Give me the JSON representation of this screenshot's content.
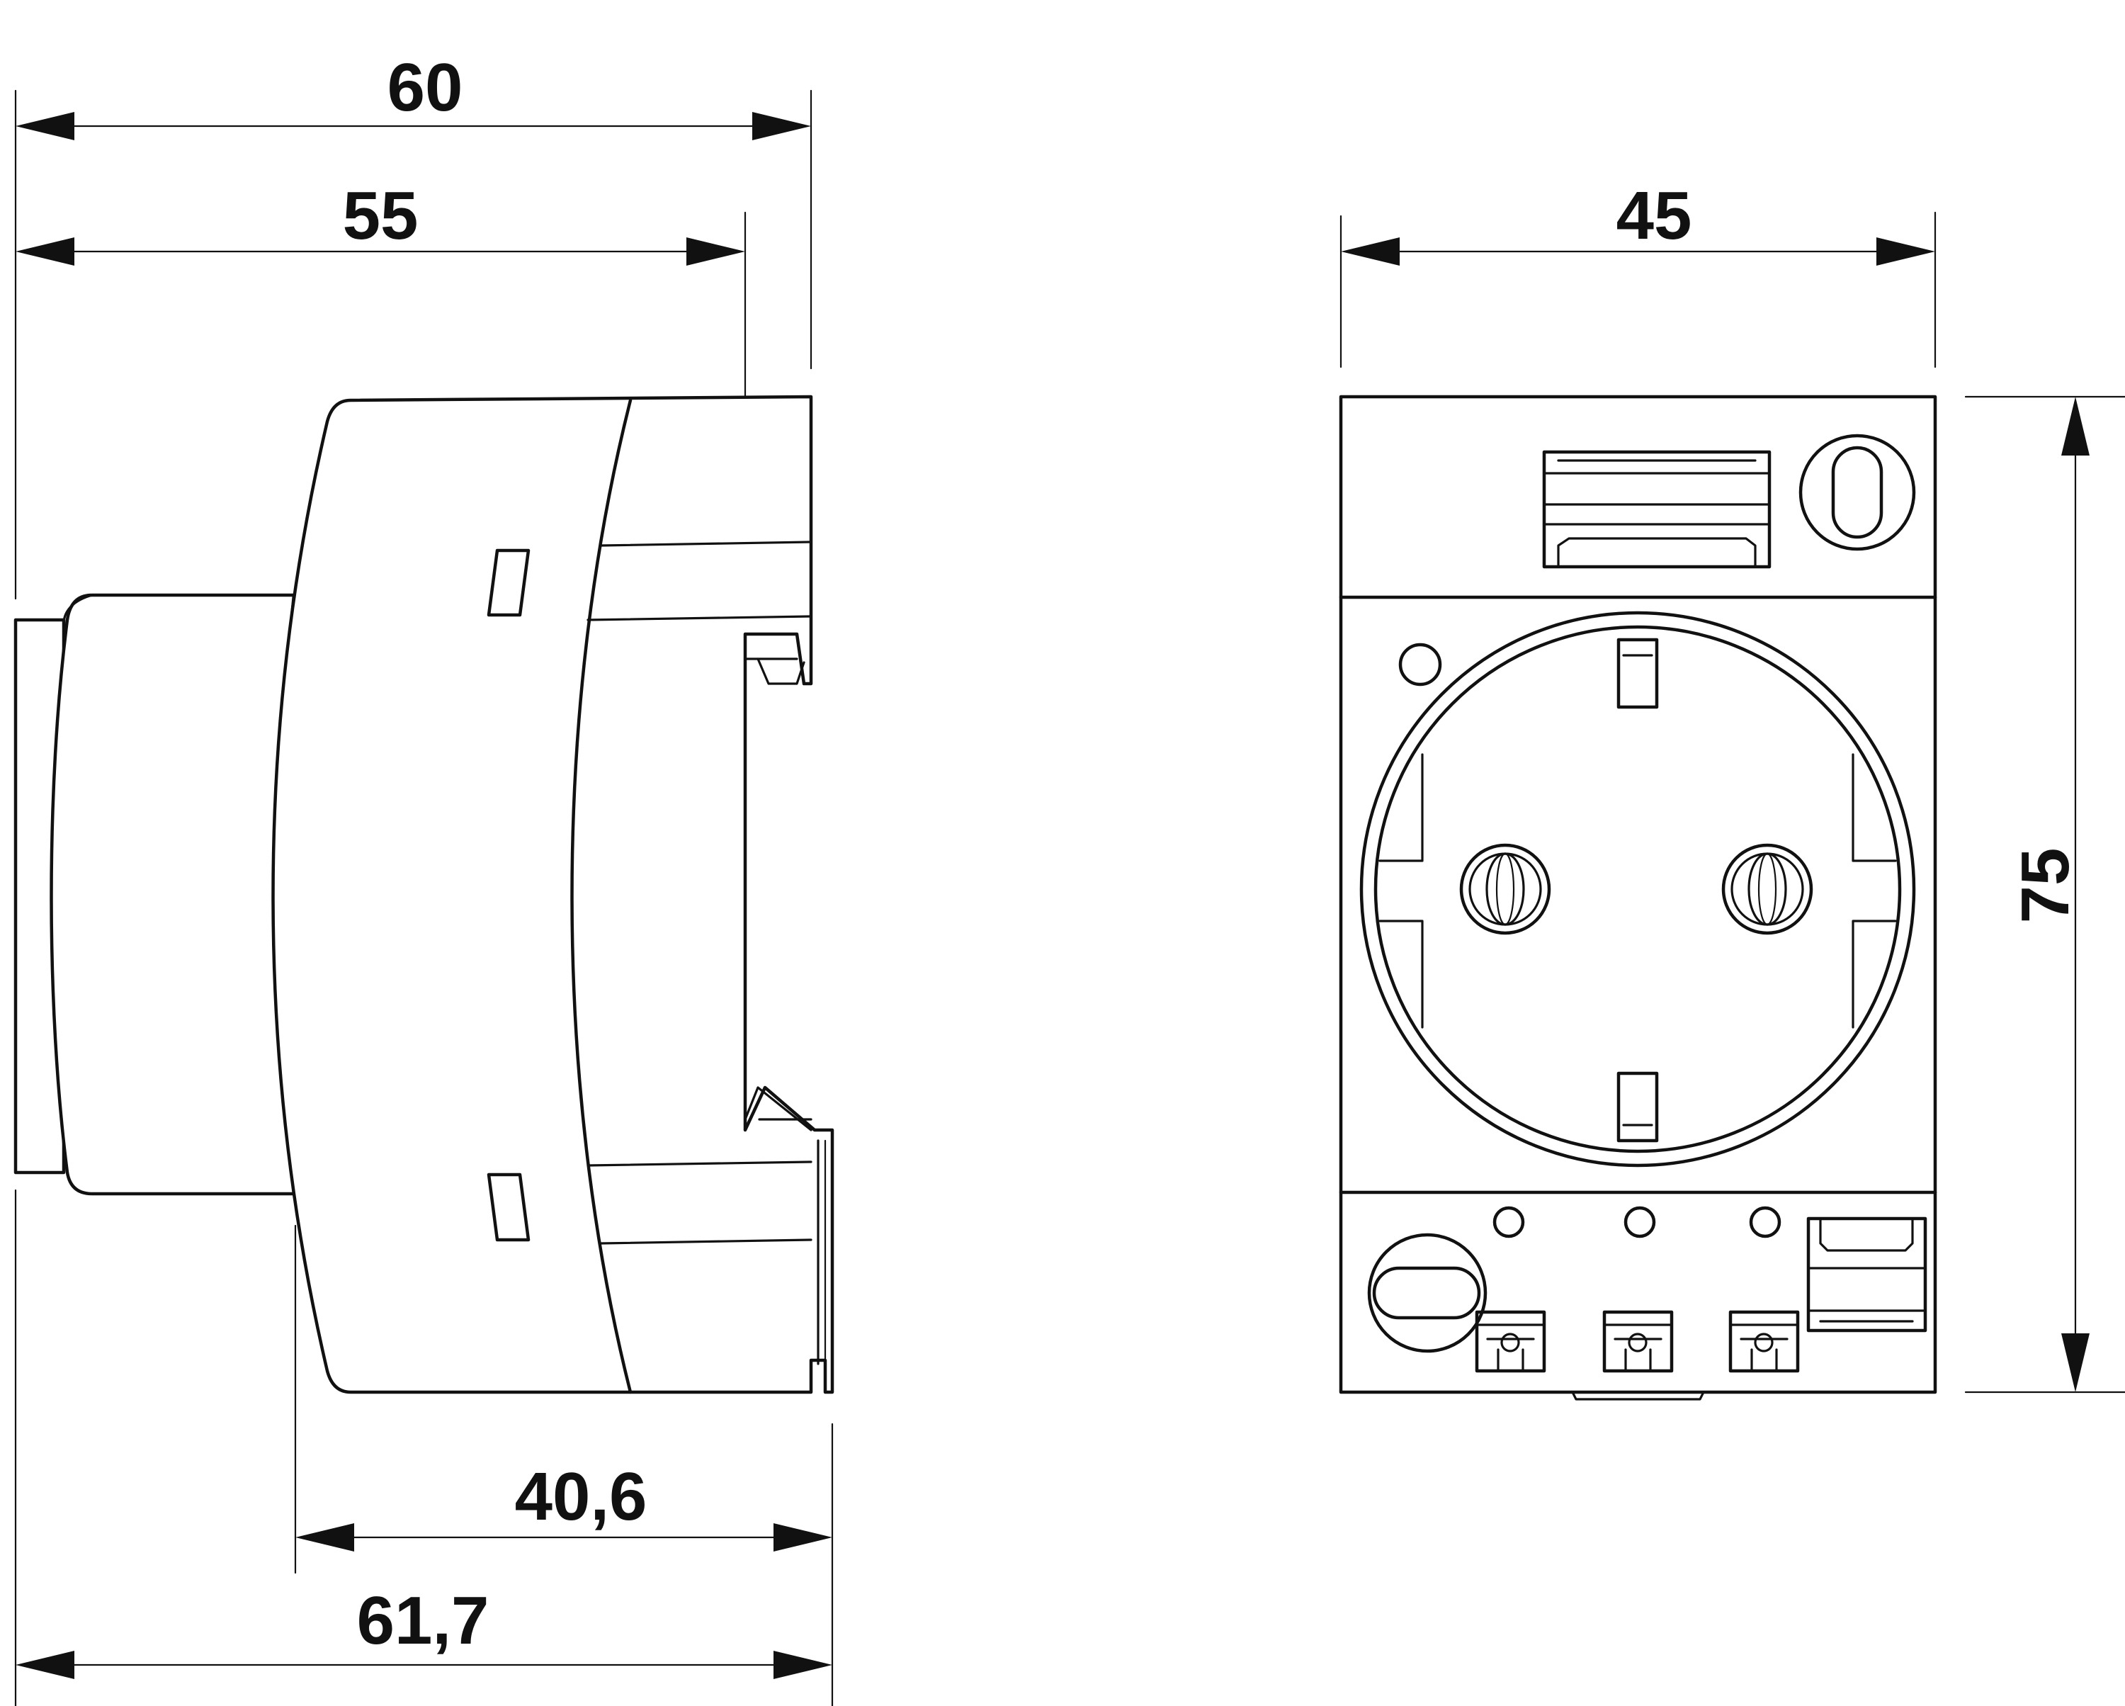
{
  "dimensions": {
    "side_view": {
      "overall_top": "60",
      "rail_top": "55",
      "rail_bottom": "40,6",
      "overall_bottom": "61,7"
    },
    "front_view": {
      "width": "45",
      "height": "75"
    }
  },
  "colors": {
    "line": "#111111",
    "background": "#ffffff"
  }
}
